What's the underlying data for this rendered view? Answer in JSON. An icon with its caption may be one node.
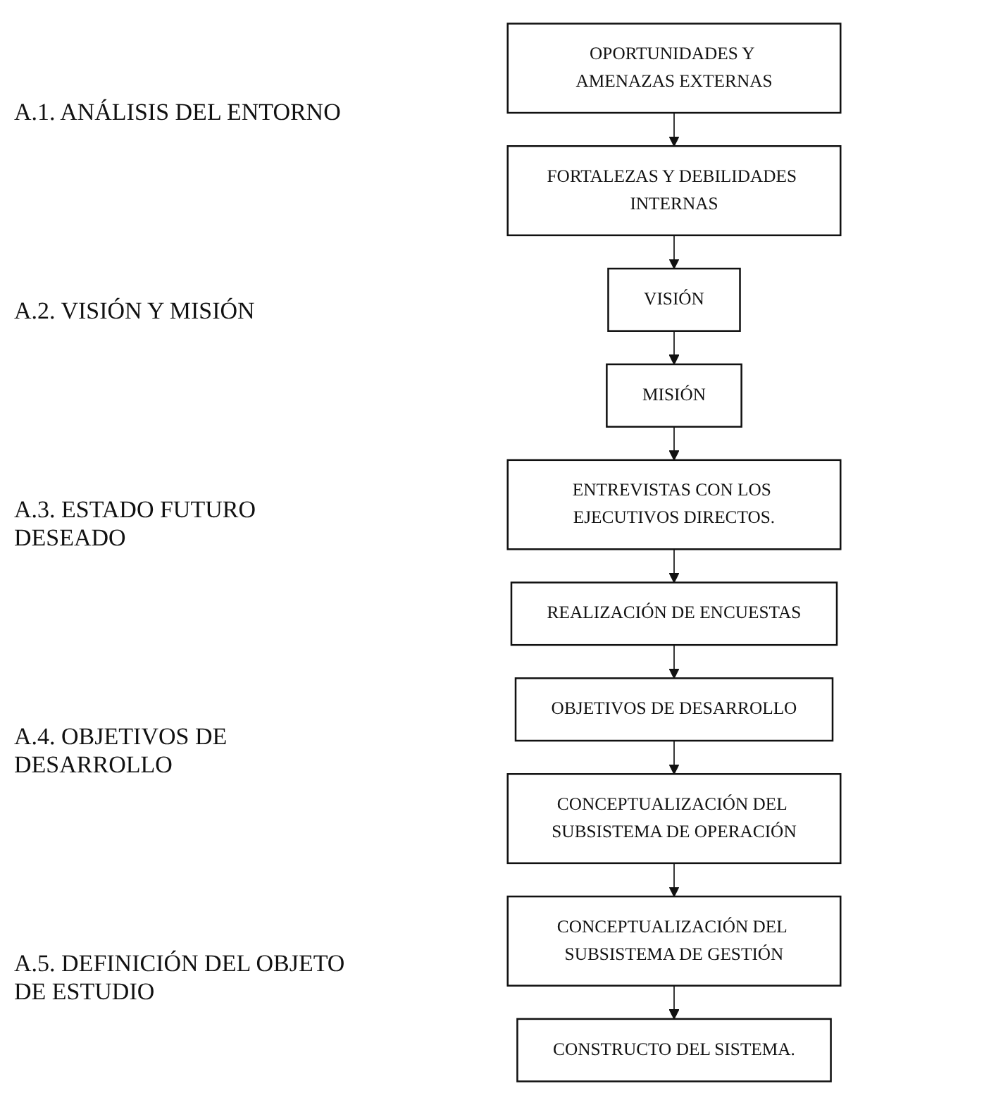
{
  "diagram": {
    "nodes": [
      {
        "text": [
          "OPORTUNIDADES Y AMENAZAS EXTERNAS"
        ]
      },
      {
        "text": [
          "FORTALEZAS Y DEBILIDADES INTERNAS"
        ]
      },
      {
        "text": [
          "VISIÓN"
        ]
      },
      {
        "text": [
          "MISIÓN"
        ]
      },
      {
        "text": [
          "ENTREVISTAS CON LOS EJECUTIVOS DIRECTOS."
        ]
      },
      {
        "text": [
          "REALIZACIÓN DE ENCUESTAS"
        ]
      },
      {
        "text": [
          "OBJETIVOS DE DESARROLLO"
        ]
      },
      {
        "text": [
          "CONCEPTUALIZACIÓN DEL SUBSISTEMA DE OPERACIÓN"
        ]
      },
      {
        "text": [
          "CONCEPTUALIZACIÓN DEL SUBSISTEMA DE GESTIÓN"
        ]
      },
      {
        "text": [
          "CONSTRUCTO DEL SISTEMA."
        ]
      }
    ],
    "edges": [
      {
        "from": 0,
        "to": 1,
        "arrow": "to"
      },
      {
        "from": 1,
        "to": 2,
        "arrow": "to"
      },
      {
        "from": 2,
        "to": 3,
        "arrow": "to"
      },
      {
        "from": 3,
        "to": 4,
        "arrow": "to"
      },
      {
        "from": 4,
        "to": 5,
        "arrow": "to"
      },
      {
        "from": 5,
        "to": 6,
        "arrow": "to"
      },
      {
        "from": 6,
        "to": 7,
        "arrow": "to"
      },
      {
        "from": 7,
        "to": 8,
        "arrow": "to"
      },
      {
        "from": 8,
        "to": 9,
        "arrow": "to"
      }
    ],
    "labels": [
      "A.1. ANÁLISIS DEL ENTORNO",
      "A.2. VISIÓN Y MISIÓN",
      "A.3. ESTADO FUTURO DESEADO",
      "A.4. OBJETIVOS DE DESARROLLO",
      "A.5. DEFINICIÓN DEL OBJETO DE ESTUDIO"
    ]
  }
}
